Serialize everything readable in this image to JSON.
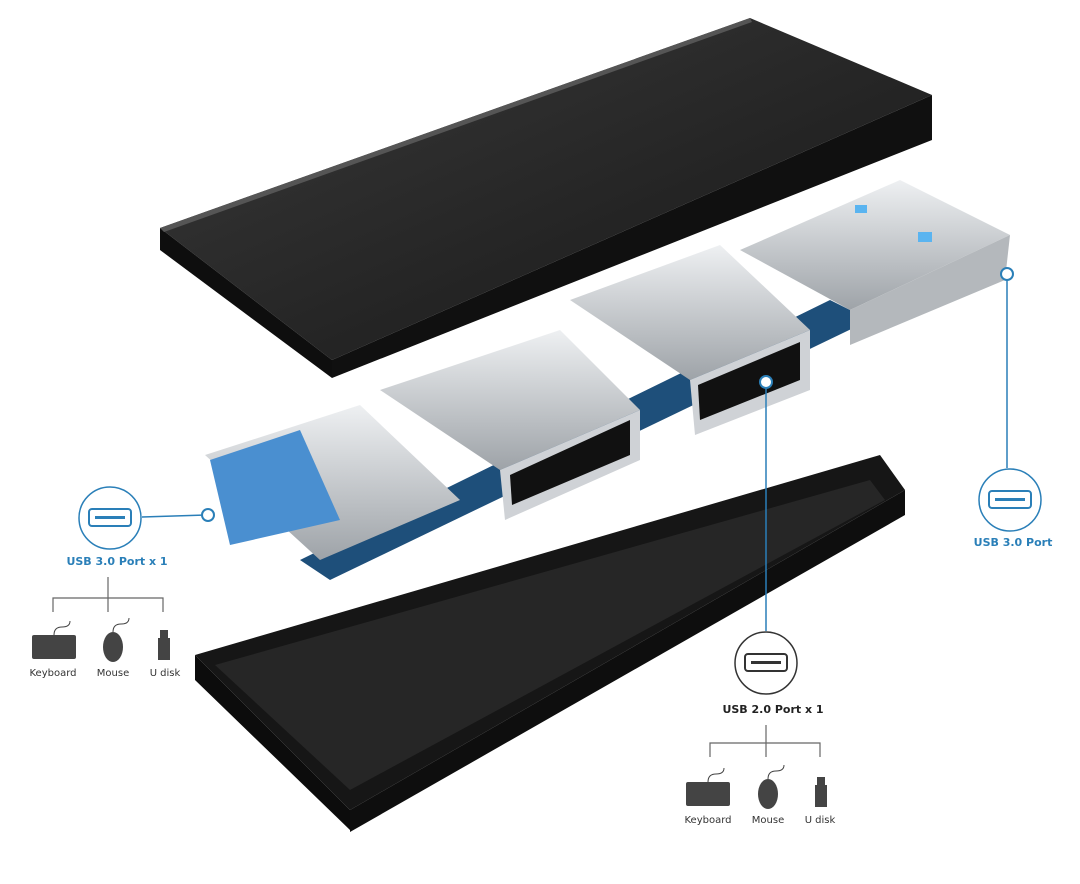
{
  "callouts": {
    "left": {
      "title": "USB 3.0 Port  x 1",
      "devices": [
        "Keyboard",
        "Mouse",
        "U disk"
      ]
    },
    "right": {
      "title": "USB 3.0 Port"
    },
    "middle": {
      "title": "USB 2.0 Port  x 1",
      "devices": [
        "Keyboard",
        "Mouse",
        "U disk"
      ]
    }
  },
  "colors": {
    "accent": "#2a7fb8",
    "case": "#1a1a1a",
    "pcb": "#1e4f7a",
    "metal": "#c9ccd0"
  }
}
